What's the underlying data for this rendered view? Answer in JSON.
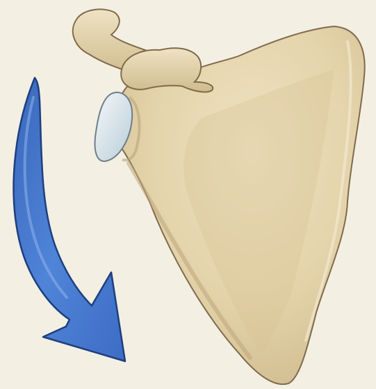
{
  "illustration": {
    "subject": "scapula",
    "view": "anterior",
    "motion": "downward-rotation"
  },
  "colors": {
    "background": "#f3efe3",
    "bone_fill": "#e6d7b2",
    "bone_shadow": "#c9b68a",
    "bone_outline": "#7f6a4c",
    "glenoid_fill": "#d6e3ea",
    "arrow_fill": "#4a7ad0",
    "arrow_outline": "#1e3f7d"
  },
  "icons": {
    "arrow": "curved-arrow-icon"
  }
}
